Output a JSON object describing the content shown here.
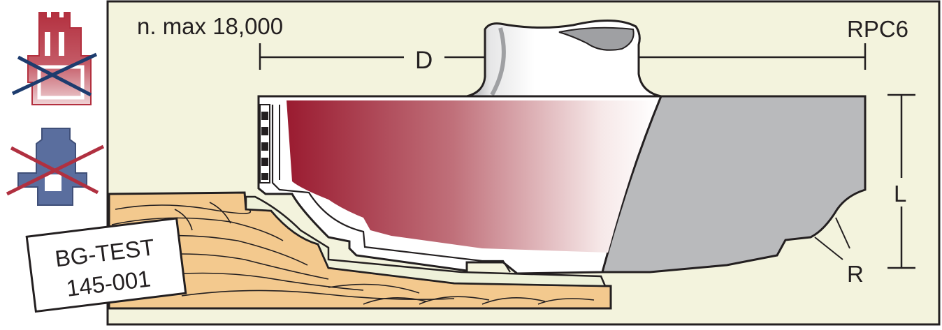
{
  "labels": {
    "speed": "n. max 18,000",
    "model": "RPC6",
    "diameter": "D",
    "length": "L",
    "radius": "R"
  },
  "cert_badge": {
    "line1": "BG-TEST",
    "line2": "145-001"
  },
  "icons": {
    "no_hand_feed": "hand-feed-machine-not-allowed-icon",
    "no_hand_router": "hand-router-not-allowed-icon"
  },
  "colors": {
    "panel_bg": "#f3f3dd",
    "outline": "#231f20",
    "steel": "#b9babc",
    "carbide_red": "#9a1b30",
    "wood": "#f3c98e",
    "cross_navy": "#1d3c6e",
    "cross_red": "#b03040",
    "icon_red": "#b3303f",
    "icon_blue": "#5a6e9e"
  }
}
